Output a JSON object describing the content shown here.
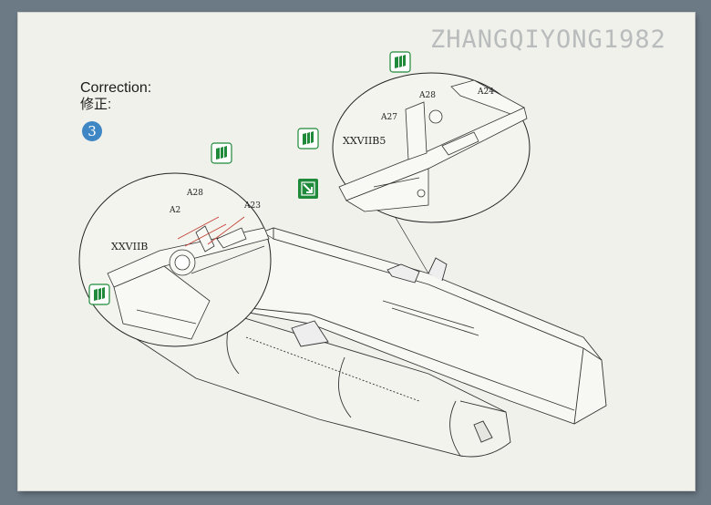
{
  "watermark": "ZHANGQIYONG1982",
  "header": {
    "title_en": "Correction:",
    "title_cn": "修正:"
  },
  "step": {
    "number": "3",
    "color": "#3e86c4"
  },
  "detail_left": {
    "section_label": "XXVIIB",
    "parts": [
      "A2",
      "A28",
      "A23"
    ]
  },
  "detail_right": {
    "section_label": "XXVIIB5",
    "parts": [
      "A28",
      "A24",
      "A27"
    ]
  },
  "icons": {
    "paint_icon": "green-paint-stripes-icon",
    "arrow_icon": "green-arrow-in-box-icon",
    "accent_green": "#1f8a3a"
  }
}
